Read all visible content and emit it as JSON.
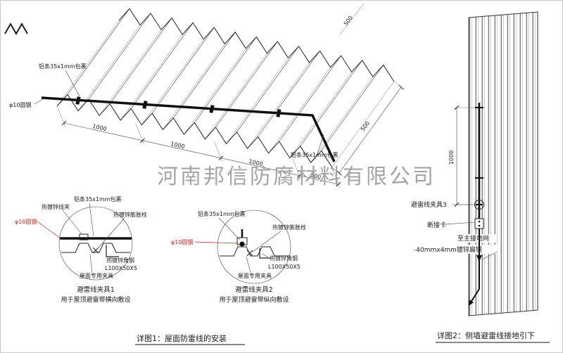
{
  "watermark": "河南邦信防腐材料有限公司",
  "roof": {
    "label_strip_top": "铝条35x1mm包裹",
    "label_rod": "φ10圆钢",
    "label_strip_right": "铝条35x1mm包裹",
    "dim_1000": "1000",
    "dim_500": "500"
  },
  "detail1": {
    "label_clip": "热镀锌线夹",
    "label_strip": "铝条35x1mm包裹",
    "label_bolt": "热镀锌膨胀栓",
    "label_rod": "φ10圆钢",
    "label_angle": "热镀锌角钢",
    "label_angle_size": "L100X50X5",
    "label_fixture": "屋面专用夹具",
    "title": "避雷线夹具1",
    "subtitle": "用于屋顶避雷带横向敷设"
  },
  "detail2": {
    "label_strip": "铝条35x1mm包裹",
    "label_bolt": "热镀锌膨胀栓",
    "label_rod": "φ10圆钢",
    "label_angle": "热镀锌角钢",
    "label_angle_size": "L100X50X5",
    "label_fixture": "屋面专用夹具",
    "title": "避雷线夹具2",
    "subtitle": "用于屋顶避雷带纵向敷设"
  },
  "wall": {
    "dim_1000": "1000",
    "label_clamp3": "避雷线夹具3",
    "label_disconnect": "断接卡",
    "label_to_ground": "至主接地网",
    "label_flat_steel": "-40mmx4mm镀锌扁钢"
  },
  "captions": {
    "detail1": "详图1：屋面防雷线的安装",
    "detail2": "详图2：侧墙避雷线接地引下"
  },
  "colors": {
    "line": "#1a1a1a",
    "highlight_red": "#cc2222",
    "watermark_gray": "#9b9b9b"
  }
}
